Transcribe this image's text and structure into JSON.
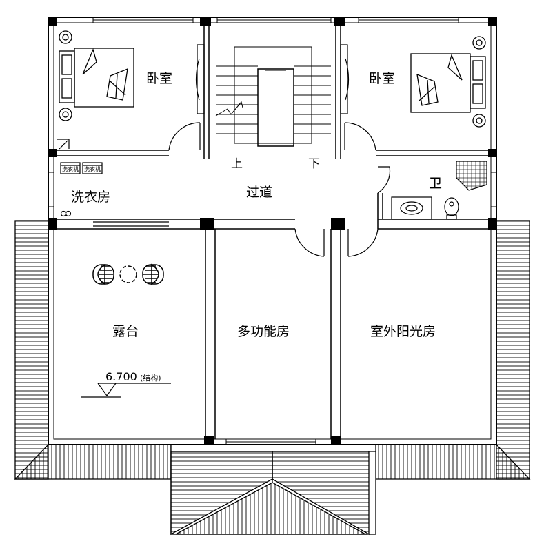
{
  "plan": {
    "rooms": {
      "bedroom_left": "卧室",
      "bedroom_right": "卧室",
      "laundry": "洗衣房",
      "corridor": "过道",
      "bathroom": "卫",
      "terrace": "露台",
      "multi_room": "多功能房",
      "sunroom": "室外阳光房"
    },
    "stair": {
      "up": "上",
      "down": "下"
    },
    "washer_label": "洗衣机",
    "level": {
      "value": "6.700",
      "note": "(结构)"
    }
  }
}
